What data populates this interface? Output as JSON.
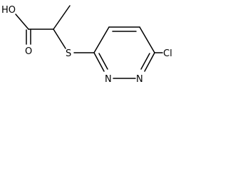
{
  "atoms": {
    "hydroxyl": "HO",
    "carbonyl_oxygen": "O",
    "sulfur": "S",
    "chlorine": "Cl",
    "ring_nitrogen_left": "N",
    "ring_nitrogen_right": "N"
  }
}
